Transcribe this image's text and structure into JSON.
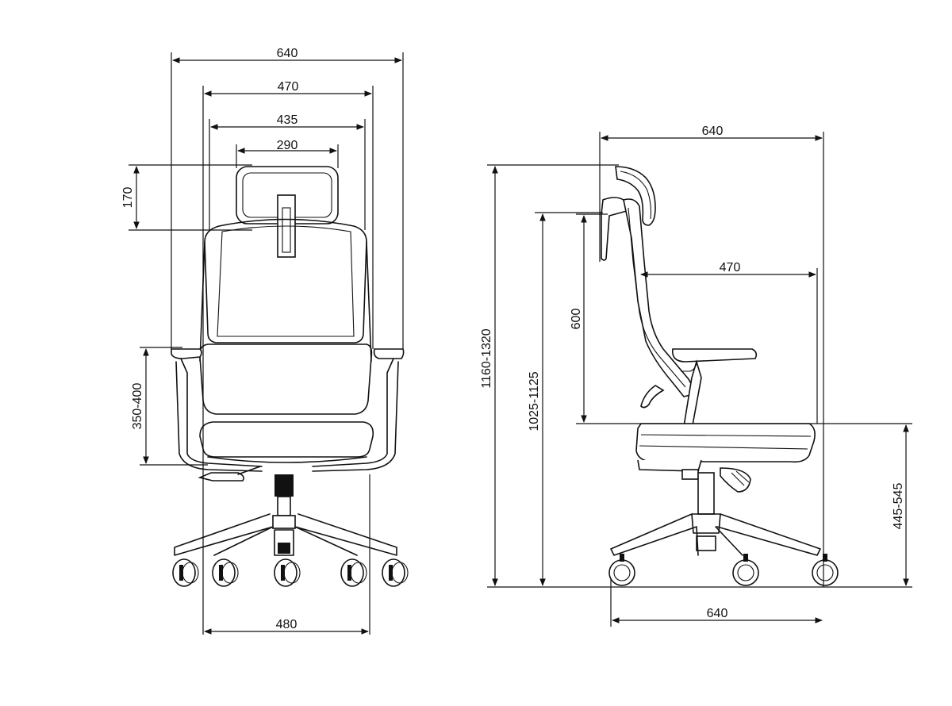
{
  "front_view": {
    "overall_width": "640",
    "seat_back_width": "470",
    "back_width": "435",
    "headrest_width": "290",
    "headrest_height": "170",
    "armrest_height": "350-400",
    "base_width": "480"
  },
  "side_view": {
    "overall_depth": "640",
    "seat_depth": "470",
    "back_height": "600",
    "total_height": "1160-1320",
    "back_top_height": "1025-1125",
    "seat_height": "445-545",
    "base_depth": "640"
  },
  "colors": {
    "line": "#111111",
    "background": "#ffffff"
  }
}
